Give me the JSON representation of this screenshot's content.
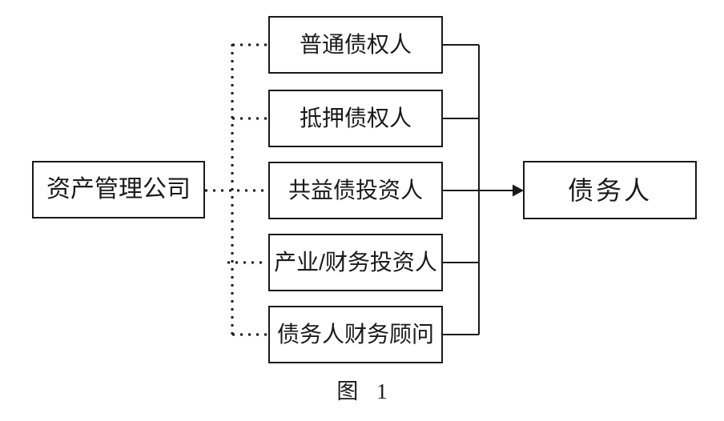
{
  "figure": {
    "caption": "图 1",
    "colors": {
      "line": "#1a1a1a",
      "background": "#ffffff"
    },
    "left_node": {
      "label": "资产管理公司"
    },
    "middle_nodes": [
      {
        "label": "普通债权人"
      },
      {
        "label": "抵押债权人"
      },
      {
        "label": "共益债投资人"
      },
      {
        "label": "产业/财务投资人"
      },
      {
        "label": "债务人财务顾问"
      }
    ],
    "right_node": {
      "label": "债务人"
    },
    "relations": {
      "dotted_links": "资产管理公司 → 各参与方（虚线）",
      "solid_links": "各参与方 → 债务人（实线箭头）"
    }
  }
}
